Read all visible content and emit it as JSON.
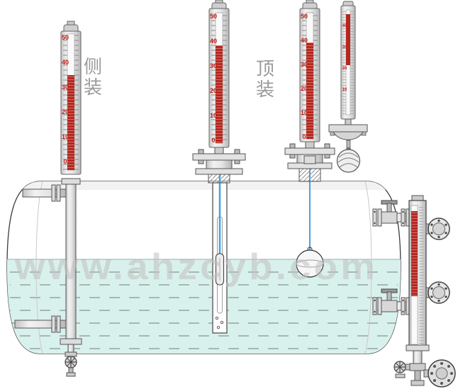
{
  "watermark": {
    "text": "www.ahzcyb.com"
  },
  "labels": {
    "side_mount": [
      "侧",
      "装"
    ],
    "top_mount": [
      "顶",
      "装"
    ]
  },
  "scales": {
    "large": [
      "50",
      "40",
      "30",
      "20",
      "10",
      "0"
    ],
    "small": [
      "40",
      "30",
      "20",
      "10"
    ]
  },
  "colors": {
    "liquid": "#d9f1ec",
    "indicator_red": "#b5271e",
    "scale_number_red": "#c2221a",
    "float_line_blue": "#4aa0dc",
    "watermark_gray": "#c0c0c0",
    "label_gray": "#9b9b9b",
    "metal_gray": "#d9d9d9",
    "outline": "#3c3c3c"
  }
}
